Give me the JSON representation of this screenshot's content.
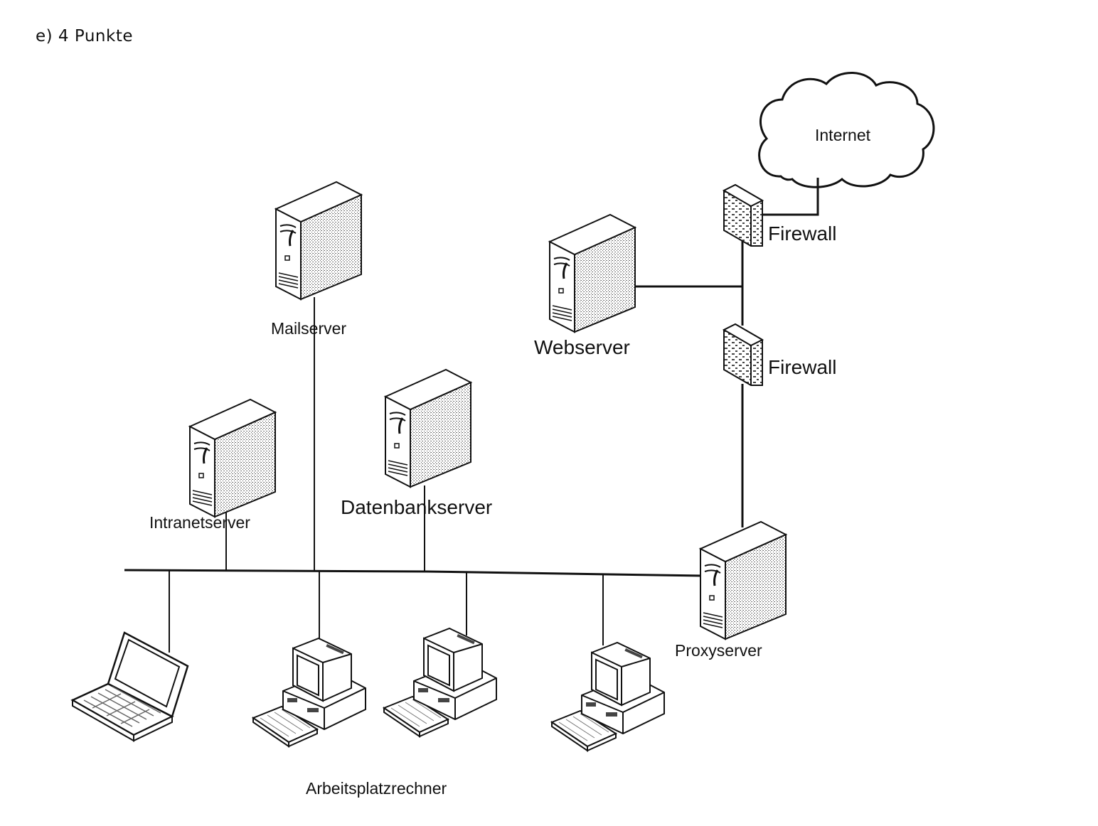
{
  "heading": "e)   4 Punkte",
  "labels": {
    "internet": "Internet",
    "firewall_top": "Firewall",
    "firewall_bottom": "Firewall",
    "webserver": "Webserver",
    "mailserver": "Mailserver",
    "intranetserver": "Intranetserver",
    "datenbankserver": "Datenbankserver",
    "proxyserver": "Proxyserver",
    "arbeitsplatzrechner": "Arbeitsplatzrechner"
  },
  "icons": {
    "cloud": "cloud-icon",
    "firewall": "firewall-icon",
    "server": "server-tower-icon",
    "laptop": "laptop-icon",
    "workstation": "desktop-computer-icon"
  }
}
